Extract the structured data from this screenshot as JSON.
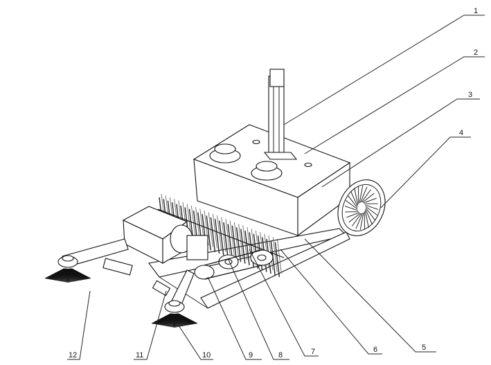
{
  "figure": {
    "description": "Isometric line drawing of a sweeper machine with numbered part callouts",
    "callouts": [
      {
        "label": "1"
      },
      {
        "label": "2"
      },
      {
        "label": "3"
      },
      {
        "label": "4"
      },
      {
        "label": "5"
      },
      {
        "label": "6"
      },
      {
        "label": "7"
      },
      {
        "label": "8"
      },
      {
        "label": "9"
      },
      {
        "label": "10"
      },
      {
        "label": "11"
      },
      {
        "label": "12"
      }
    ]
  }
}
